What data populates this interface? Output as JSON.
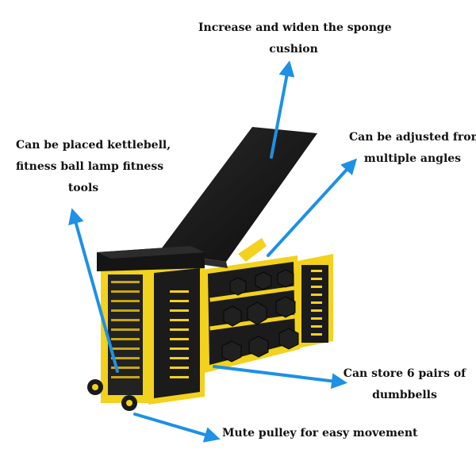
{
  "annotations": {
    "cushion": {
      "line1": "Increase and widen the sponge",
      "line2": "cushion"
    },
    "angles": {
      "line1": "Can be adjusted from",
      "line2": "multiple angles"
    },
    "storage": {
      "line1": "Can be placed kettlebell,",
      "line2": "fitness ball lamp fitness",
      "line3": "tools"
    },
    "dumbbells": {
      "line1": "Can store 6 pairs of",
      "line2": "dumbbells"
    },
    "pulley": {
      "line1": "Mute pulley for easy movement"
    }
  },
  "colors": {
    "arrow": "#1e90e6",
    "frame": "#f2d21c",
    "frame_shadow": "#c9a70e",
    "panel": "#1b1b1b",
    "cushion": "#151515",
    "dumbbell": "#202020"
  }
}
